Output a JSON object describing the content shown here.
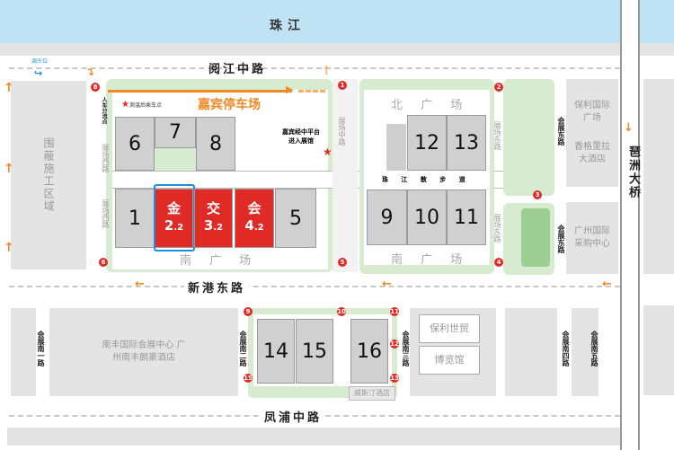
{
  "river": "珠江",
  "roads": {
    "north": "阅江中路",
    "middle": "新港东路",
    "south": "凤浦中路",
    "bridge": "琶洲大桥",
    "west_inner": "展场西路",
    "center": "展场中路",
    "east_inner": "展场东路",
    "east": "会展东路",
    "south1": "会展南一路",
    "south2": "会展南二路",
    "south3": "会展南三路",
    "south4": "会展南四路",
    "south5": "会展南五路"
  },
  "labels": {
    "uturn": "调头位",
    "split": "人车分流点",
    "checkpoint": "测温后乘车点",
    "vip_parking": "嘉宾停车场",
    "vip_entry": "嘉宾经中平台进入展馆",
    "construction": "围蔽施工区域",
    "north_plaza": "北 广 场",
    "south_plaza": "南 广 场",
    "walkway": "珠 江 散 步 道"
  },
  "halls": [
    {
      "id": "6"
    },
    {
      "id": "7"
    },
    {
      "id": "8"
    },
    {
      "id": "1"
    },
    {
      "id": "金",
      "num": "2",
      "sub": ".2",
      "highlight": true
    },
    {
      "id": "交",
      "num": "3",
      "sub": ".2"
    },
    {
      "id": "会",
      "num": "4",
      "sub": ".2"
    },
    {
      "id": "5"
    },
    {
      "id": "12"
    },
    {
      "id": "13"
    },
    {
      "id": "9"
    },
    {
      "id": "10"
    },
    {
      "id": "11"
    },
    {
      "id": "14"
    },
    {
      "id": "15"
    },
    {
      "id": "16"
    }
  ],
  "buildings": {
    "poly_plaza": "保利国际广场",
    "shangri_la": "香格里拉大酒店",
    "procurement": "广州国际采购中心",
    "nanfung": "南丰国际会展中心 广州南丰朗豪酒店",
    "poly_trade": "保利世贸",
    "expo": "博览馆",
    "westin": "威斯汀酒店"
  },
  "markers": [
    "1",
    "2",
    "3",
    "4",
    "5",
    "6",
    "8",
    "9",
    "10",
    "11",
    "12",
    "13",
    "15"
  ],
  "colors": {
    "red": "#e02a26",
    "orange": "#f08a24",
    "green": "#d6ebd0",
    "river": "#bfe3f4",
    "highlight": "#1e90e0"
  }
}
